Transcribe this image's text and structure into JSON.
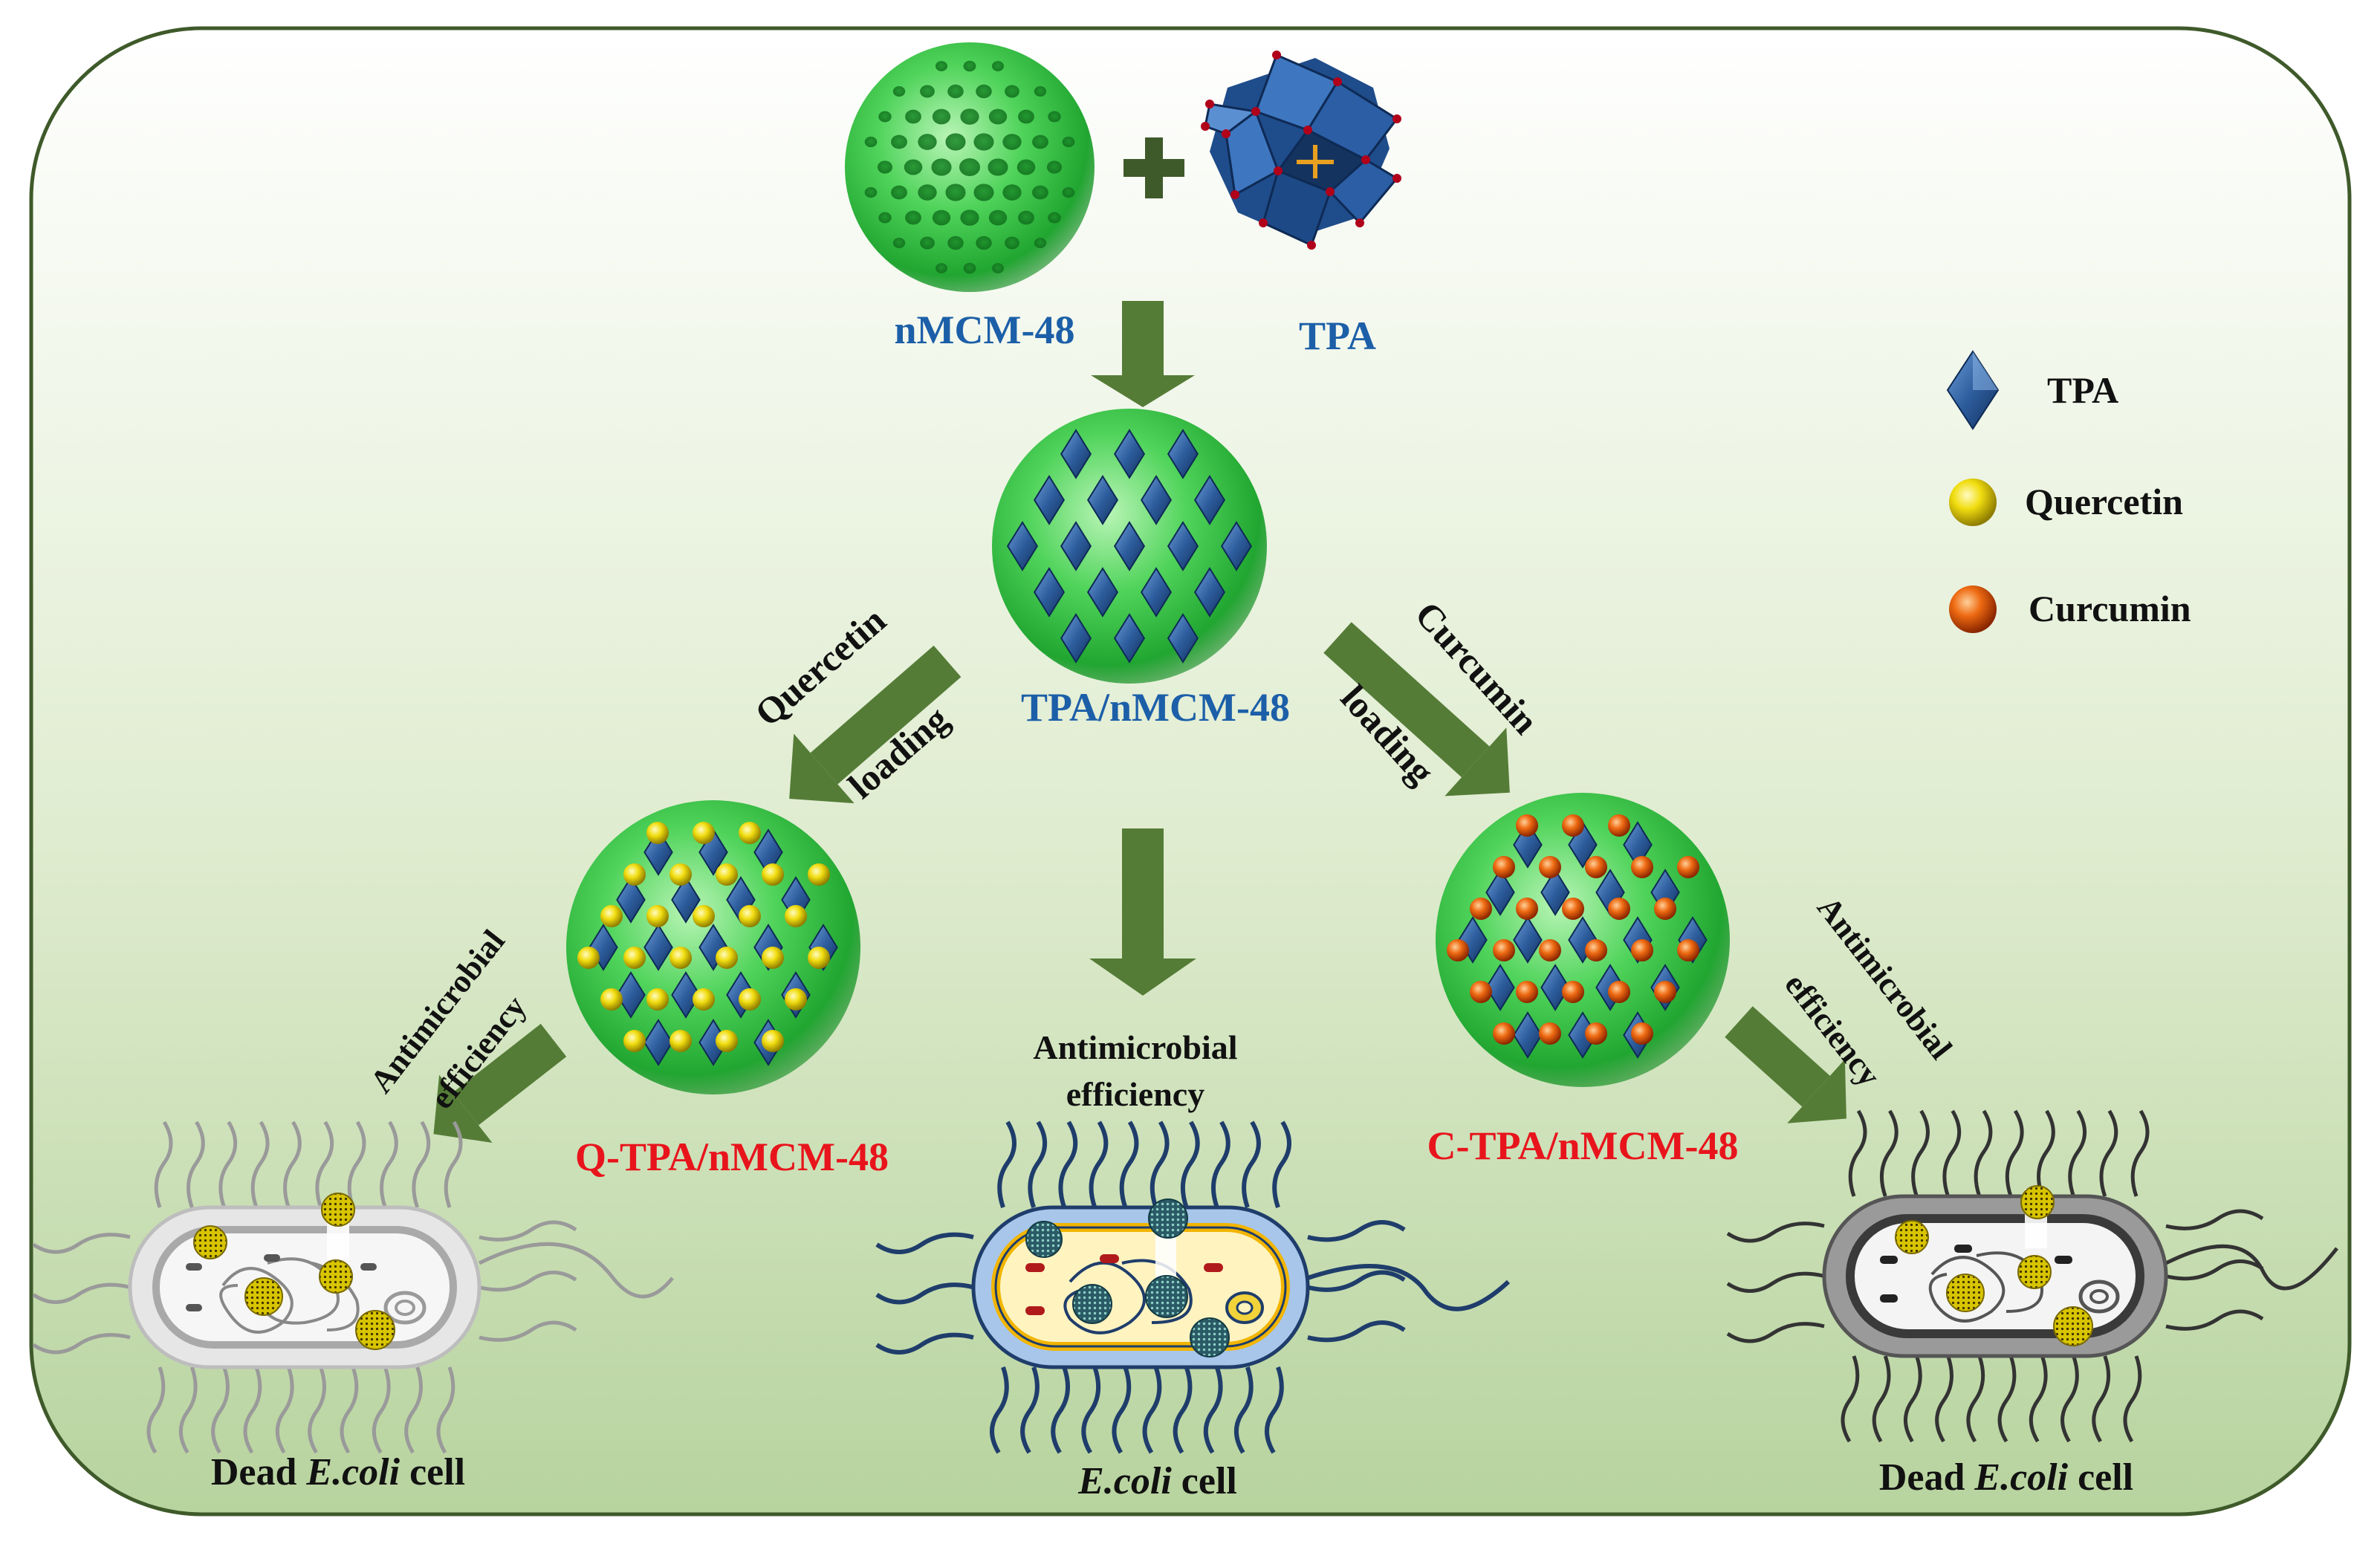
{
  "labels": {
    "nmcm48": "nMCM-48",
    "tpa": "TPA",
    "tpa_nmcm48": "TPA/nMCM-48",
    "q_tpa_nmcm48": "Q-TPA/nMCM-48",
    "c_tpa_nmcm48": "C-TPA/nMCM-48",
    "quercetin_loading_1": "Quercetin",
    "quercetin_loading_2": "loading",
    "curcumin_loading_1": "Curcumin",
    "curcumin_loading_2": "loading",
    "antimicrobial": "Antimicrobial",
    "efficiency": "efficiency",
    "dead": "Dead ",
    "ecoli": "E.coli",
    "cell": " cell"
  },
  "legend": {
    "items": [
      {
        "label": "TPA",
        "marker": "blue-diamond"
      },
      {
        "label": "Quercetin",
        "marker": "yellow-sphere"
      },
      {
        "label": "Curcumin",
        "marker": "orange-sphere"
      }
    ]
  },
  "colors": {
    "background_top": "#ffffff",
    "background_bottom": "#b9d4a0",
    "frame": "#3f5a2a",
    "arrow": "#557c37",
    "particle_green": "#3cc448",
    "label_blue": "#1c5fa8",
    "label_red": "#e8141c",
    "tpa_blue": "#2f5f9c",
    "quercetin_yellow": "#e8d400",
    "curcumin_orange": "#e0500a"
  }
}
